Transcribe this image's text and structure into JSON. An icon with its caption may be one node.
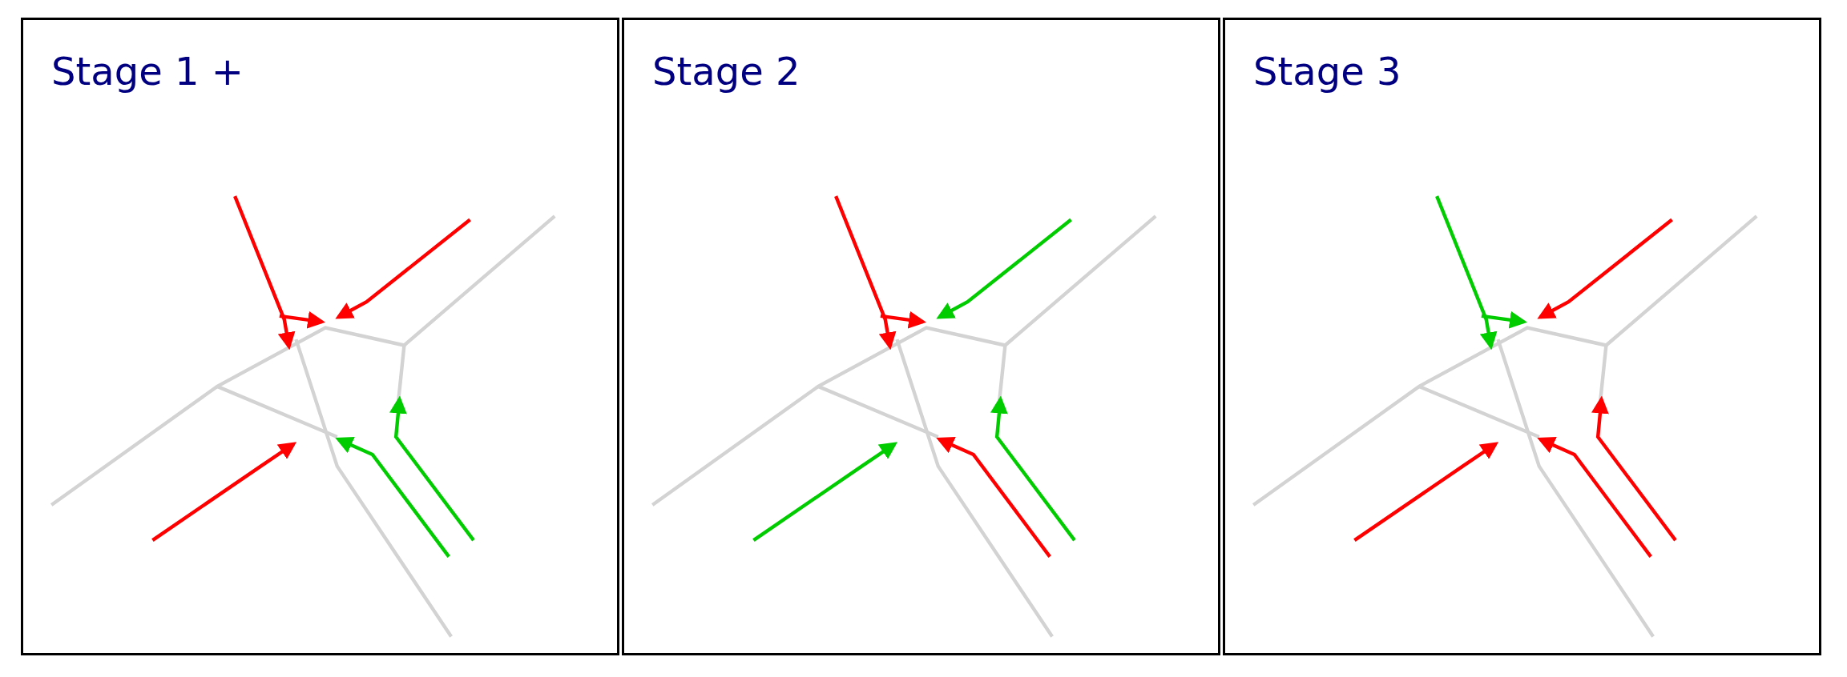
{
  "diagram": {
    "nodes": [
      {
        "text": [
          "Stage 1 +"
        ]
      },
      {
        "text": [
          "Stage 2"
        ]
      },
      {
        "text": [
          "Stage 3"
        ]
      }
    ]
  }
}
